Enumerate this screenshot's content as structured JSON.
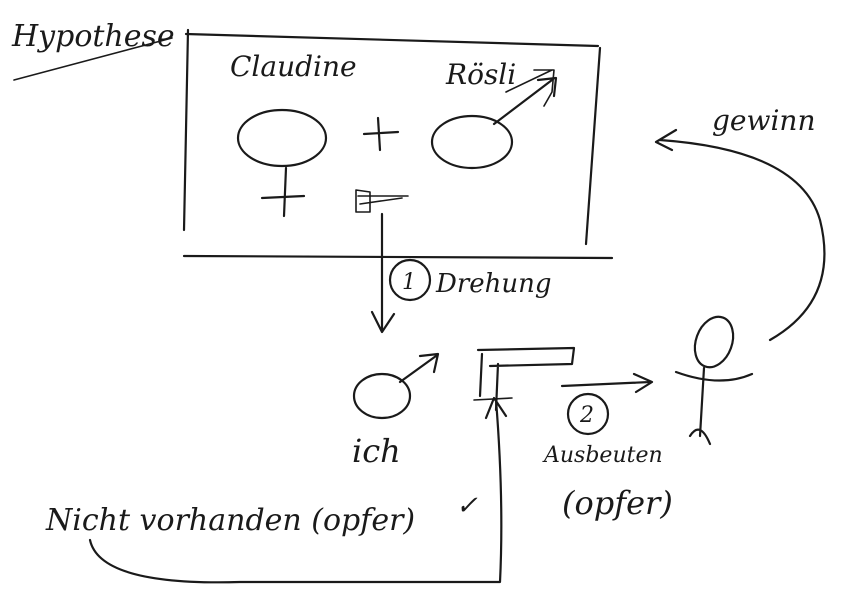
{
  "heading": "Hypothese",
  "box": {
    "left_name": "Claudine",
    "right_name": "Rösli"
  },
  "steps": {
    "step1_number": "1",
    "step1_label": "Drehung",
    "step2_number": "2",
    "step2_label": "Ausbeuten"
  },
  "labels": {
    "ich": "ich",
    "nicht_vorhanden": "Nicht vorhanden (opfer)",
    "checkmark": "✓",
    "opfer": "(opfer)",
    "gewinn": "gewinn"
  }
}
